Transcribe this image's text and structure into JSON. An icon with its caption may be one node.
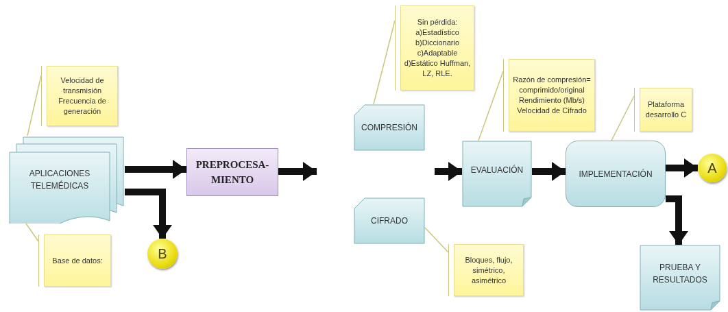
{
  "diagram": {
    "nodes": [
      {
        "text": [
          "Velocidad de transmisión Frecuencia de generación"
        ]
      },
      {
        "text": [
          "APLICACIONES TELEMÉDICAS"
        ]
      },
      {
        "text": [
          "Base de datos:"
        ]
      },
      {
        "text": [
          "PREPROCESA- MIENTO"
        ]
      },
      {
        "text": [
          "B"
        ]
      },
      {
        "text": [
          "Sin pérdida: a)Estadístico b)Diccionario c)Adaptable d)Estático Huffman, LZ, RLE."
        ]
      },
      {
        "text": [
          "COMPRESIÓN"
        ]
      },
      {
        "text": [
          "CIFRADO"
        ]
      },
      {
        "text": [
          "Razón de compresión= comprimido/original Rendimiento (Mb/s) Velocidad de Cifrado"
        ]
      },
      {
        "text": [
          "EVALUACIÓN"
        ]
      },
      {
        "text": [
          "Plataforma desarrollo C"
        ]
      },
      {
        "text": [
          "IMPLEMENTACIÓN"
        ]
      },
      {
        "text": [
          "A"
        ]
      },
      {
        "text": [
          "Bloques, flujo, simétrico, asimétrico"
        ]
      },
      {
        "text": [
          "PRUEBA Y RESULTADOS"
        ]
      }
    ],
    "edges": [
      {
        "from": 1,
        "to": 3,
        "arrow": "to"
      },
      {
        "from": 1,
        "to": 4,
        "arrow": "to"
      },
      {
        "from": 3,
        "to": null,
        "arrow": "to"
      },
      {
        "from": null,
        "to": 9,
        "arrow": "to"
      },
      {
        "from": 9,
        "to": 11,
        "arrow": "to"
      },
      {
        "from": 11,
        "to": 12,
        "arrow": "to"
      },
      {
        "from": 11,
        "to": 14,
        "arrow": "to"
      },
      {
        "from": 1,
        "to": 0,
        "arrow": "none",
        "color": "#c9c77e"
      },
      {
        "from": 1,
        "to": 2,
        "arrow": "none",
        "color": "#c9c77e"
      },
      {
        "from": 6,
        "to": 5,
        "arrow": "none",
        "color": "#c9c77e"
      },
      {
        "from": 9,
        "to": 8,
        "arrow": "none",
        "color": "#c9c77e"
      },
      {
        "from": 11,
        "to": 10,
        "arrow": "none",
        "color": "#c9c77e"
      },
      {
        "from": 7,
        "to": 13,
        "arrow": "none",
        "color": "#c9c77e"
      }
    ]
  }
}
